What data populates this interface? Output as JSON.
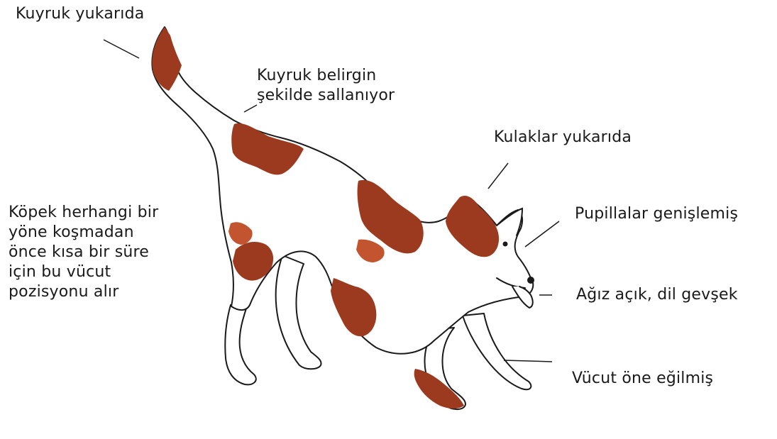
{
  "labels": {
    "tail_up": "Kuyruk yukarıda",
    "tail_wag": "Kuyruk belirgin\nşekilde sallanıyor",
    "ears_up": "Kulaklar yukarıda",
    "pupils": "Pupillalar genişlemiş",
    "mouth": "Ağız açık, dil gevşek",
    "body_lean": "Vücut öne eğilmiş",
    "posture_note": "Köpek herhangi bir\nyöne koşmadan\nönce kısa bir süre\niçin bu vücut\npozisyonu alır"
  },
  "colors": {
    "outline": "#1a1a1a",
    "patch": "#9c3a1f",
    "patch_light": "#c2542f",
    "background": "#ffffff"
  }
}
